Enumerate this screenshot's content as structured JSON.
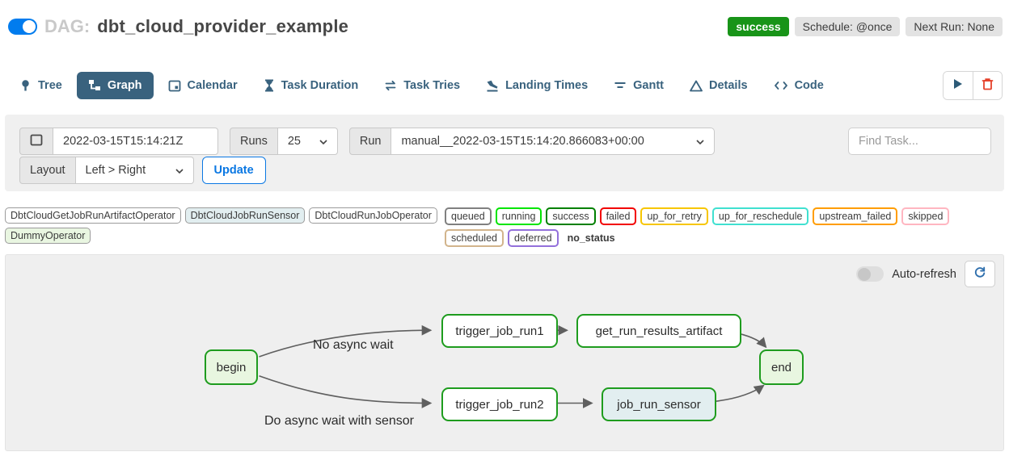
{
  "colors": {
    "accent_blue": "#017cee",
    "navy": "#39627e",
    "link_blue": "#0b78e3",
    "success_green": "#189418",
    "node_green": "#1e9c1e",
    "trash_red": "#e5402a",
    "edge_gray": "#5f5f5f"
  },
  "header": {
    "dag_label": "DAG:",
    "dag_title": "dbt_cloud_provider_example",
    "status_badge": "success",
    "schedule_badge": "Schedule: @once",
    "next_run_badge": "Next Run: None"
  },
  "tabs": {
    "items": [
      {
        "label": "Tree",
        "active": false
      },
      {
        "label": "Graph",
        "active": true
      },
      {
        "label": "Calendar",
        "active": false
      },
      {
        "label": "Task Duration",
        "active": false
      },
      {
        "label": "Task Tries",
        "active": false
      },
      {
        "label": "Landing Times",
        "active": false
      },
      {
        "label": "Gantt",
        "active": false
      },
      {
        "label": "Details",
        "active": false
      },
      {
        "label": "Code",
        "active": false
      }
    ]
  },
  "filters": {
    "date_value": "2022-03-15T15:14:21Z",
    "runs_label": "Runs",
    "runs_value": "25",
    "run_label": "Run",
    "run_value": "manual__2022-03-15T15:14:20.866083+00:00",
    "find_task_placeholder": "Find Task...",
    "layout_label": "Layout",
    "layout_value": "Left > Right",
    "update_label": "Update"
  },
  "legend": {
    "operators": [
      {
        "name": "DbtCloudGetJobRunArtifactOperator",
        "fill": "#ffffff"
      },
      {
        "name": "DbtCloudJobRunSensor",
        "fill": "#e2eef0"
      },
      {
        "name": "DbtCloudRunJobOperator",
        "fill": "#ffffff"
      },
      {
        "name": "DummyOperator",
        "fill": "#e9f6e1"
      }
    ],
    "statuses": [
      {
        "name": "queued",
        "color": "#808080"
      },
      {
        "name": "running",
        "color": "#00e500"
      },
      {
        "name": "success",
        "color": "#008000"
      },
      {
        "name": "failed",
        "color": "#f20000"
      },
      {
        "name": "up_for_retry",
        "color": "#f7c600"
      },
      {
        "name": "up_for_reschedule",
        "color": "#40e0d0"
      },
      {
        "name": "upstream_failed",
        "color": "#ff9d00"
      },
      {
        "name": "skipped",
        "color": "#ffb6c1"
      },
      {
        "name": "scheduled",
        "color": "#d2b48c"
      },
      {
        "name": "deferred",
        "color": "#9370db"
      }
    ],
    "no_status_label": "no_status"
  },
  "graph": {
    "auto_refresh_label": "Auto-refresh",
    "nodes": [
      {
        "id": "begin",
        "label": "begin",
        "fill": "#e8f6e0",
        "border": "#1e9c1e"
      },
      {
        "id": "trigger_job_run1",
        "label": "trigger_job_run1",
        "fill": "#ffffff",
        "border": "#1e9c1e"
      },
      {
        "id": "get_run_results_artifact",
        "label": "get_run_results_artifact",
        "fill": "#ffffff",
        "border": "#1e9c1e"
      },
      {
        "id": "end",
        "label": "end",
        "fill": "#e8f6e0",
        "border": "#1e9c1e"
      },
      {
        "id": "trigger_job_run2",
        "label": "trigger_job_run2",
        "fill": "#ffffff",
        "border": "#1e9c1e"
      },
      {
        "id": "job_run_sensor",
        "label": "job_run_sensor",
        "fill": "#e2eef0",
        "border": "#1e9c1e"
      }
    ],
    "edges": [
      [
        "begin",
        "trigger_job_run1"
      ],
      [
        "begin",
        "trigger_job_run2"
      ],
      [
        "trigger_job_run1",
        "get_run_results_artifact"
      ],
      [
        "trigger_job_run2",
        "job_run_sensor"
      ],
      [
        "get_run_results_artifact",
        "end"
      ],
      [
        "job_run_sensor",
        "end"
      ]
    ],
    "edge_labels": [
      {
        "text": "No async wait"
      },
      {
        "text": "Do async wait with sensor"
      }
    ]
  }
}
